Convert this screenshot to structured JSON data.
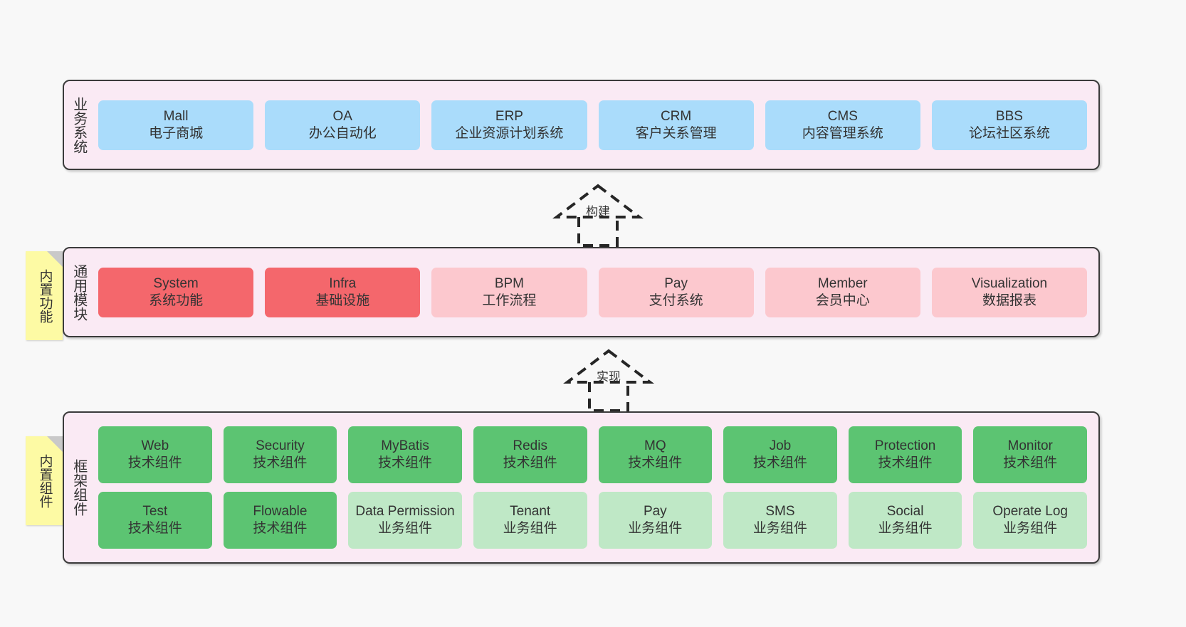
{
  "theme": {
    "background": "#f8f8f8",
    "layer_fill": "#faeaf4",
    "layer_border": "#3b3b3b",
    "note_fill": "#fdfaa4",
    "blue": "#aadcfb",
    "red": "#f4676c",
    "pink": "#fcc8ce",
    "green": "#5cc472",
    "light_green": "#bfe8c6",
    "text": "#333333"
  },
  "layers": {
    "business": {
      "title": "业务系统",
      "items": [
        {
          "name": "Mall",
          "desc": "电子商城"
        },
        {
          "name": "OA",
          "desc": "办公自动化"
        },
        {
          "name": "ERP",
          "desc": "企业资源计划系统"
        },
        {
          "name": "CRM",
          "desc": "客户关系管理"
        },
        {
          "name": "CMS",
          "desc": "内容管理系统"
        },
        {
          "name": "BBS",
          "desc": "论坛社区系统"
        }
      ]
    },
    "common": {
      "title": "通用模块",
      "note": "内置功能",
      "items": [
        {
          "name": "System",
          "desc": "系统功能"
        },
        {
          "name": "Infra",
          "desc": "基础设施"
        },
        {
          "name": "BPM",
          "desc": "工作流程"
        },
        {
          "name": "Pay",
          "desc": "支付系统"
        },
        {
          "name": "Member",
          "desc": "会员中心"
        },
        {
          "name": "Visualization",
          "desc": "数据报表"
        }
      ]
    },
    "framework": {
      "title": "框架组件",
      "note": "内置组件",
      "row1": [
        {
          "name": "Web",
          "desc": "技术组件"
        },
        {
          "name": "Security",
          "desc": "技术组件"
        },
        {
          "name": "MyBatis",
          "desc": "技术组件"
        },
        {
          "name": "Redis",
          "desc": "技术组件"
        },
        {
          "name": "MQ",
          "desc": "技术组件"
        },
        {
          "name": "Job",
          "desc": "技术组件"
        },
        {
          "name": "Protection",
          "desc": "技术组件"
        },
        {
          "name": "Monitor",
          "desc": "技术组件"
        }
      ],
      "row2": [
        {
          "name": "Test",
          "desc": "技术组件"
        },
        {
          "name": "Flowable",
          "desc": "技术组件"
        },
        {
          "name": "Data Permission",
          "desc": "业务组件"
        },
        {
          "name": "Tenant",
          "desc": "业务组件"
        },
        {
          "name": "Pay",
          "desc": "业务组件"
        },
        {
          "name": "SMS",
          "desc": "业务组件"
        },
        {
          "name": "Social",
          "desc": "业务组件"
        },
        {
          "name": "Operate Log",
          "desc": "业务组件"
        }
      ]
    }
  },
  "connectors": {
    "build": {
      "label": "构建"
    },
    "implement": {
      "label": "实现"
    }
  }
}
